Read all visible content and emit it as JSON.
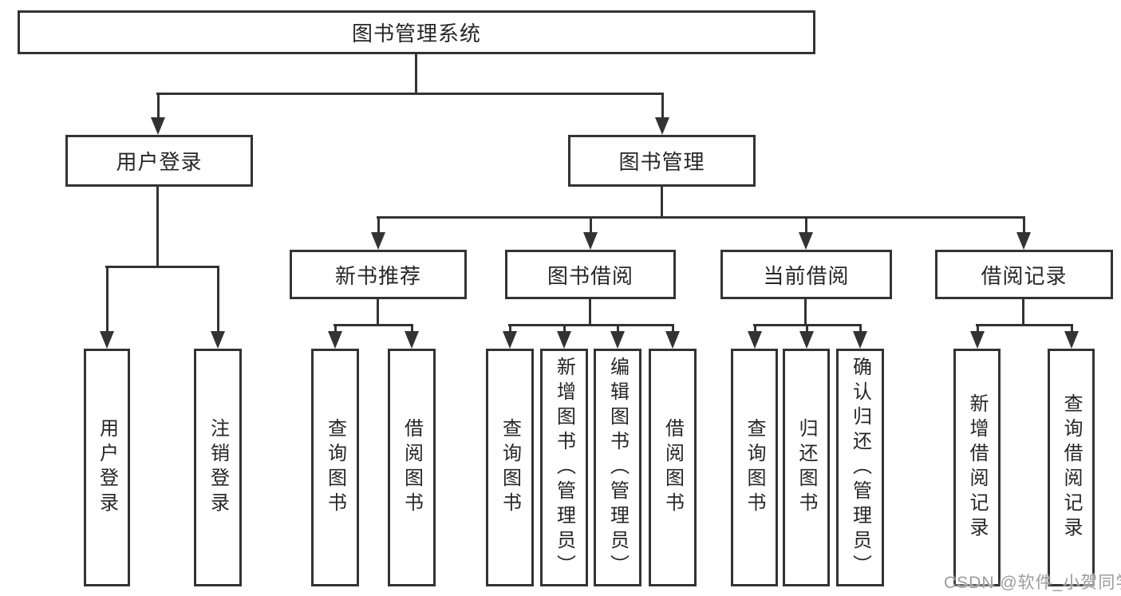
{
  "diagram": {
    "title": "图书管理系统",
    "branches": [
      {
        "label": "用户登录",
        "children": [
          "用户登录",
          "注销登录"
        ]
      },
      {
        "label": "图书管理",
        "modules": [
          {
            "label": "新书推荐",
            "children": [
              "查询图书",
              "借阅图书"
            ]
          },
          {
            "label": "图书借阅",
            "children": [
              "查询图书",
              "新增图书（管理员）",
              "编辑图书（管理员）",
              "借阅图书"
            ]
          },
          {
            "label": "当前借阅",
            "children": [
              "查询图书",
              "归还图书",
              "确认归还（管理员）"
            ]
          },
          {
            "label": "借阅记录",
            "children": [
              "新增借阅记录",
              "查询借阅记录"
            ]
          }
        ]
      }
    ]
  },
  "watermark": {
    "text": "CSDN @软件_小贺同学"
  },
  "colors": {
    "line": "#333333",
    "box_background": "#ffffff",
    "text": "#262626",
    "watermark": "#9c9c9c"
  }
}
